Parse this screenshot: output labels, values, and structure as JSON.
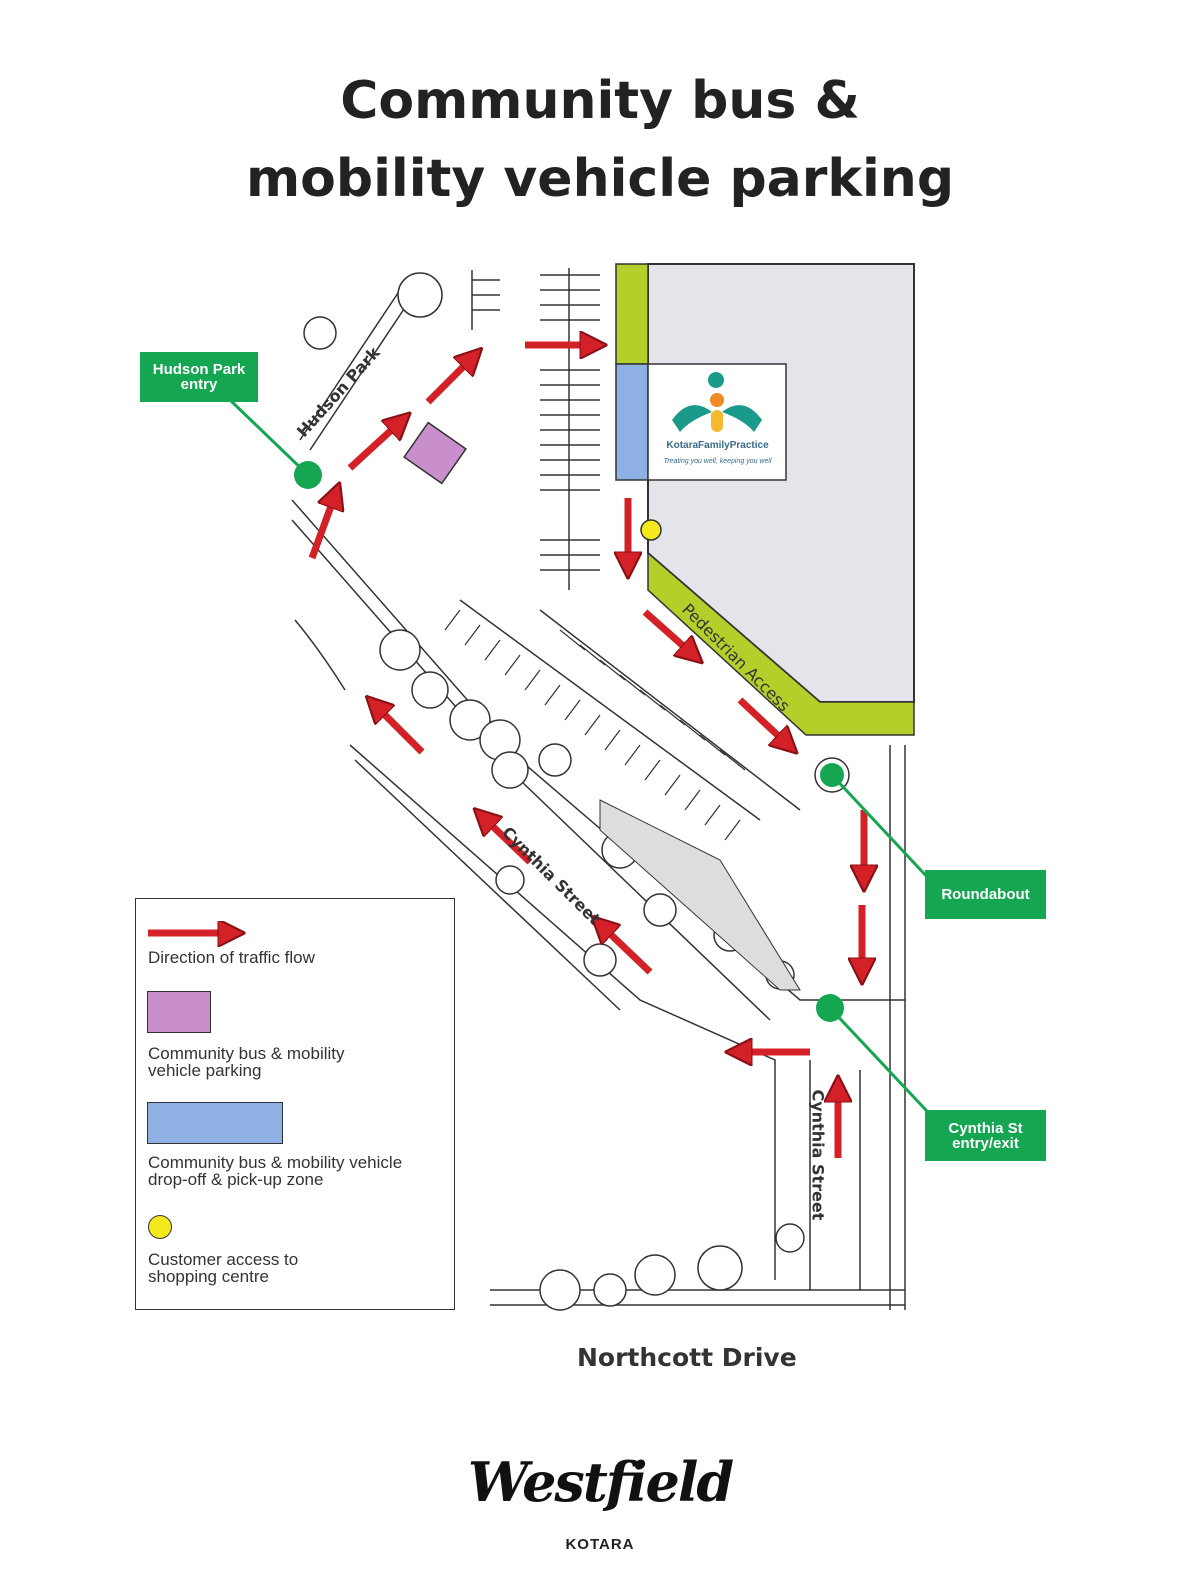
{
  "title_line1": "Community bus &",
  "title_line2": "mobility vehicle parking",
  "colors": {
    "traffic_arrow": "#d42027",
    "community_parking": "#c98fcc",
    "dropoff_zone": "#8fb0e3",
    "customer_access": "#f5e81c",
    "pedestrian_access": "#b4cf2a",
    "callout": "#14a651",
    "building": "#e4e5ea"
  },
  "map": {
    "street_labels": {
      "hudson_park": "Hudson Park",
      "cynthia_street_diag": "Cynthia Street",
      "cynthia_street_vert": "Cynthia Street",
      "pedestrian_access": "Pedestrian Access",
      "northcott": "Northcott Drive"
    },
    "tenant": {
      "name": "KotaraFamilyPractice",
      "tagline": "Treating you well, keeping you well"
    },
    "callouts": {
      "hudson": "Hudson Park entry",
      "roundabout": "Roundabout",
      "cynthia": "Cynthia St entry/exit"
    }
  },
  "legend": {
    "traffic": "Direction of traffic flow",
    "parking": "Community bus & mobility vehicle parking",
    "dropoff": "Community bus & mobility vehicle drop-off & pick-up zone",
    "access": "Customer access to shopping centre"
  },
  "brand": {
    "name": "Westfield",
    "location": "KOTARA"
  }
}
